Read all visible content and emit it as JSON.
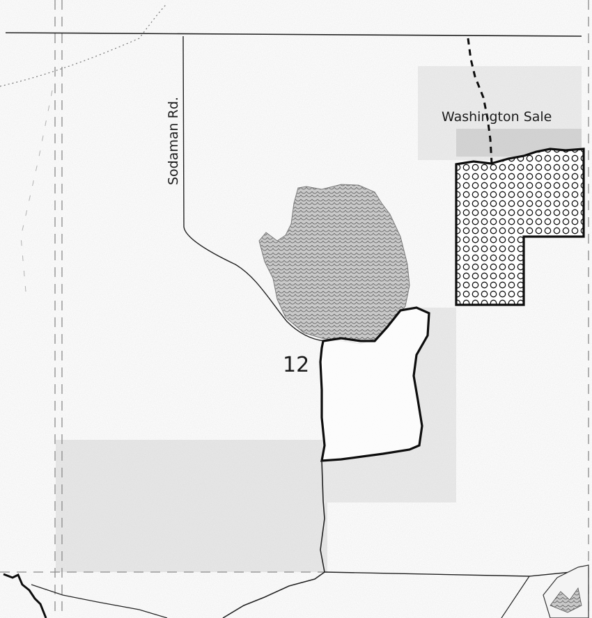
{
  "map": {
    "labels": {
      "road": "Sodaman Rd.",
      "sale": "Washington Sale",
      "unit": "12"
    }
  }
}
